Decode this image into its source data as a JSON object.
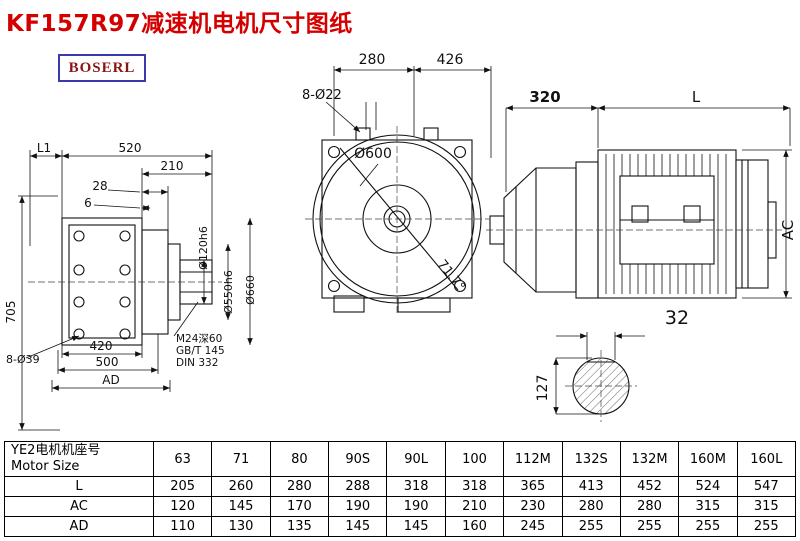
{
  "page": {
    "title": "KF157R97减速机电机尺寸图纸",
    "logo": "BOSERL"
  },
  "drawing": {
    "left_view": {
      "l1": "L1",
      "len_520": "520",
      "len_210": "210",
      "len_28": "28",
      "len_6": "6",
      "height_705": "705",
      "holes": "8-Ø39",
      "len_420": "420",
      "len_500": "500",
      "ad": "AD",
      "dia_120": "Ø120h6",
      "dia_550": "Ø550h6",
      "dia_660": "Ø660",
      "thread_note": "M24深60",
      "std_note_1": "GB/T 145",
      "std_note_2": "DIN 332"
    },
    "front_view": {
      "len_280": "280",
      "len_426": "426",
      "holes": "8-Ø22",
      "dia_600": "Ø600",
      "angle": "71.7°"
    },
    "side_view": {
      "len_320": "320",
      "len_l": "L",
      "ac": "AC"
    },
    "shaft_view": {
      "key_32": "32",
      "dia_127": "127"
    }
  },
  "table": {
    "header_cn": "YE2电机机座号",
    "header_en": "Motor Size",
    "columns": [
      "63",
      "71",
      "80",
      "90S",
      "90L",
      "100",
      "112M",
      "132S",
      "132M",
      "160M",
      "160L"
    ],
    "rows": [
      {
        "label": "L",
        "values": [
          "205",
          "260",
          "280",
          "288",
          "318",
          "318",
          "365",
          "413",
          "452",
          "524",
          "547"
        ]
      },
      {
        "label": "AC",
        "values": [
          "120",
          "145",
          "170",
          "190",
          "190",
          "210",
          "230",
          "280",
          "280",
          "315",
          "315"
        ]
      },
      {
        "label": "AD",
        "values": [
          "110",
          "130",
          "135",
          "145",
          "145",
          "160",
          "245",
          "255",
          "255",
          "255",
          "255"
        ]
      }
    ]
  }
}
